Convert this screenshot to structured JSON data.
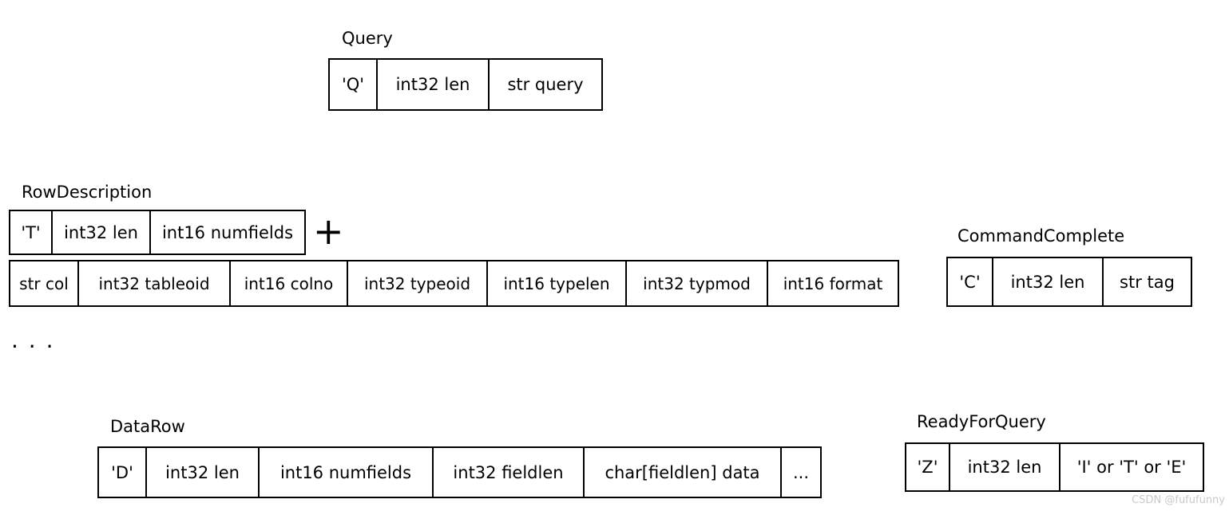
{
  "page": {
    "background_color": "#ffffff",
    "text_color": "#000000",
    "watermark_color": "#c9c9c9"
  },
  "watermark": "CSDN @fufufunny",
  "separator_dots": ". . .",
  "plus_symbol": "+",
  "messages": {
    "query": {
      "title": "Query",
      "cells": [
        "'Q'",
        "int32 len",
        "str query"
      ]
    },
    "row_description": {
      "title": "RowDescription",
      "header_cells": [
        "'T'",
        "int32 len",
        "int16 numfields"
      ],
      "field_cells": [
        "str col",
        "int32 tableoid",
        "int16 colno",
        "int32 typeoid",
        "int16 typelen",
        "int32 typmod",
        "int16 format"
      ]
    },
    "command_complete": {
      "title": "CommandComplete",
      "cells": [
        "'C'",
        "int32 len",
        "str tag"
      ]
    },
    "data_row": {
      "title": "DataRow",
      "cells": [
        "'D'",
        "int32 len",
        "int16 numfields",
        "int32 fieldlen",
        "char[fieldlen] data",
        "..."
      ]
    },
    "ready_for_query": {
      "title": "ReadyForQuery",
      "cells": [
        "'Z'",
        "int32 len",
        "'I' or 'T' or 'E'"
      ]
    }
  }
}
